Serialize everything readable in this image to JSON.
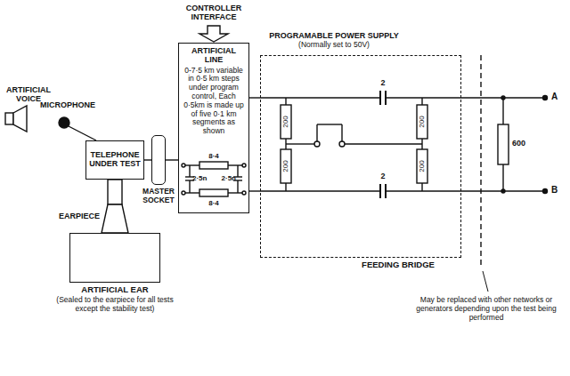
{
  "diagram": {
    "nodes": [
      {
        "text": [
          "TELEPHONE UNDER TEST"
        ]
      },
      {
        "text": [
          "ARTIFICIAL EAR",
          "(Sealed to the earpiece for all tests except the stability test)"
        ]
      },
      {
        "text": [
          "MASTER SOCKET"
        ]
      },
      {
        "text": [
          "ARTIFICIAL LINE",
          "0-7·5 km variable in 0·5 km steps under program control, Each 0·5km is made up of five 0·1 km segments as shown"
        ]
      },
      {
        "text": [
          "FEEDING BRIDGE"
        ]
      }
    ],
    "edges": [
      {
        "from": 0,
        "to": 2,
        "arrow": "none"
      },
      {
        "from": 2,
        "to": 3,
        "arrow": "none"
      },
      {
        "from": 3,
        "to": 4,
        "arrow": "none"
      }
    ],
    "labels": [
      "CONTROLLER INTERFACE",
      "ARTIFICIAL VOICE",
      "MICROPHONE",
      "EARPIECE",
      "8·4",
      "2·5n",
      "2·5n",
      "8·4",
      "PROGRAMABLE POWER SUPPLY",
      "(Normally set to 50V)",
      "200",
      "200",
      "200",
      "200",
      "2",
      "2",
      "600",
      "A",
      "B",
      "May be replaced with other networks or generators depending upon the test being performed"
    ]
  }
}
